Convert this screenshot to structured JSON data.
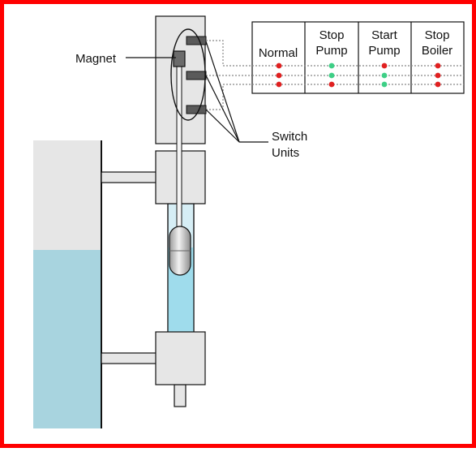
{
  "labels": {
    "magnet": "Magnet",
    "switch_units_line1": "Switch",
    "switch_units_line2": "Units"
  },
  "table": {
    "columns": [
      {
        "line1": "Normal",
        "line2": ""
      },
      {
        "line1": "Stop",
        "line2": "Pump"
      },
      {
        "line1": "Start",
        "line2": "Pump"
      },
      {
        "line1": "Stop",
        "line2": "Boiler"
      }
    ],
    "states": [
      [
        "red",
        "red",
        "red"
      ],
      [
        "green",
        "green",
        "red"
      ],
      [
        "red",
        "green",
        "green"
      ],
      [
        "red",
        "red",
        "red"
      ]
    ]
  },
  "colors": {
    "frame": "#ff0000",
    "vessel_water": "#a8d4df",
    "vessel_air": "#e6e6e6",
    "gauge_water": "#9fdcec",
    "gauge_glass": "#d6eef5",
    "housing": "#e6e6e6",
    "switch": "#5a5a5a",
    "dot_red": "#e02020",
    "dot_green": "#3ecf86"
  }
}
